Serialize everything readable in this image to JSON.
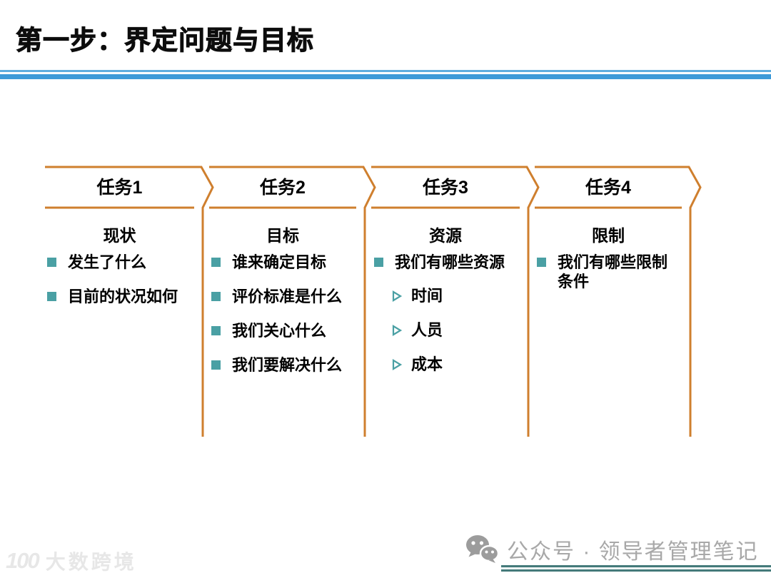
{
  "slide": {
    "title": "第一步：界定问题与目标"
  },
  "tasks": [
    {
      "label": "任务1",
      "subtitle": "现状",
      "bullets": [
        "发生了什么",
        "目前的状况如何"
      ]
    },
    {
      "label": "任务2",
      "subtitle": "目标",
      "bullets": [
        "谁来确定目标",
        "评价标准是什么",
        "我们关心什么",
        "我们要解决什么"
      ]
    },
    {
      "label": "任务3",
      "subtitle": "资源",
      "bullets": [
        "我们有哪些资源"
      ],
      "sub_bullets": [
        "时间",
        "人员",
        "成本"
      ]
    },
    {
      "label": "任务4",
      "subtitle": "限制",
      "bullets": [
        "我们有哪些限制条件"
      ]
    }
  ],
  "footer": {
    "watermark_logo": "100",
    "watermark_name": "大数跨境",
    "account_text": "公众号 · 领导者管理笔记"
  },
  "icons": {
    "square_bullet": "square-bullet-icon",
    "arrow_bullet": "arrow-bullet-icon",
    "wechat": "wechat-icon"
  },
  "colors": {
    "chevron_orange": "#cf7f2e",
    "bullet_teal": "#4aa0a4",
    "title_rule_light_blue": "#5fadde",
    "title_rule_blue": "#3d9ad8",
    "footer_rule_teal": "#447a7a",
    "footer_text_gray": "#a8a8a8",
    "watermark_gray": "#e7e7e7"
  }
}
